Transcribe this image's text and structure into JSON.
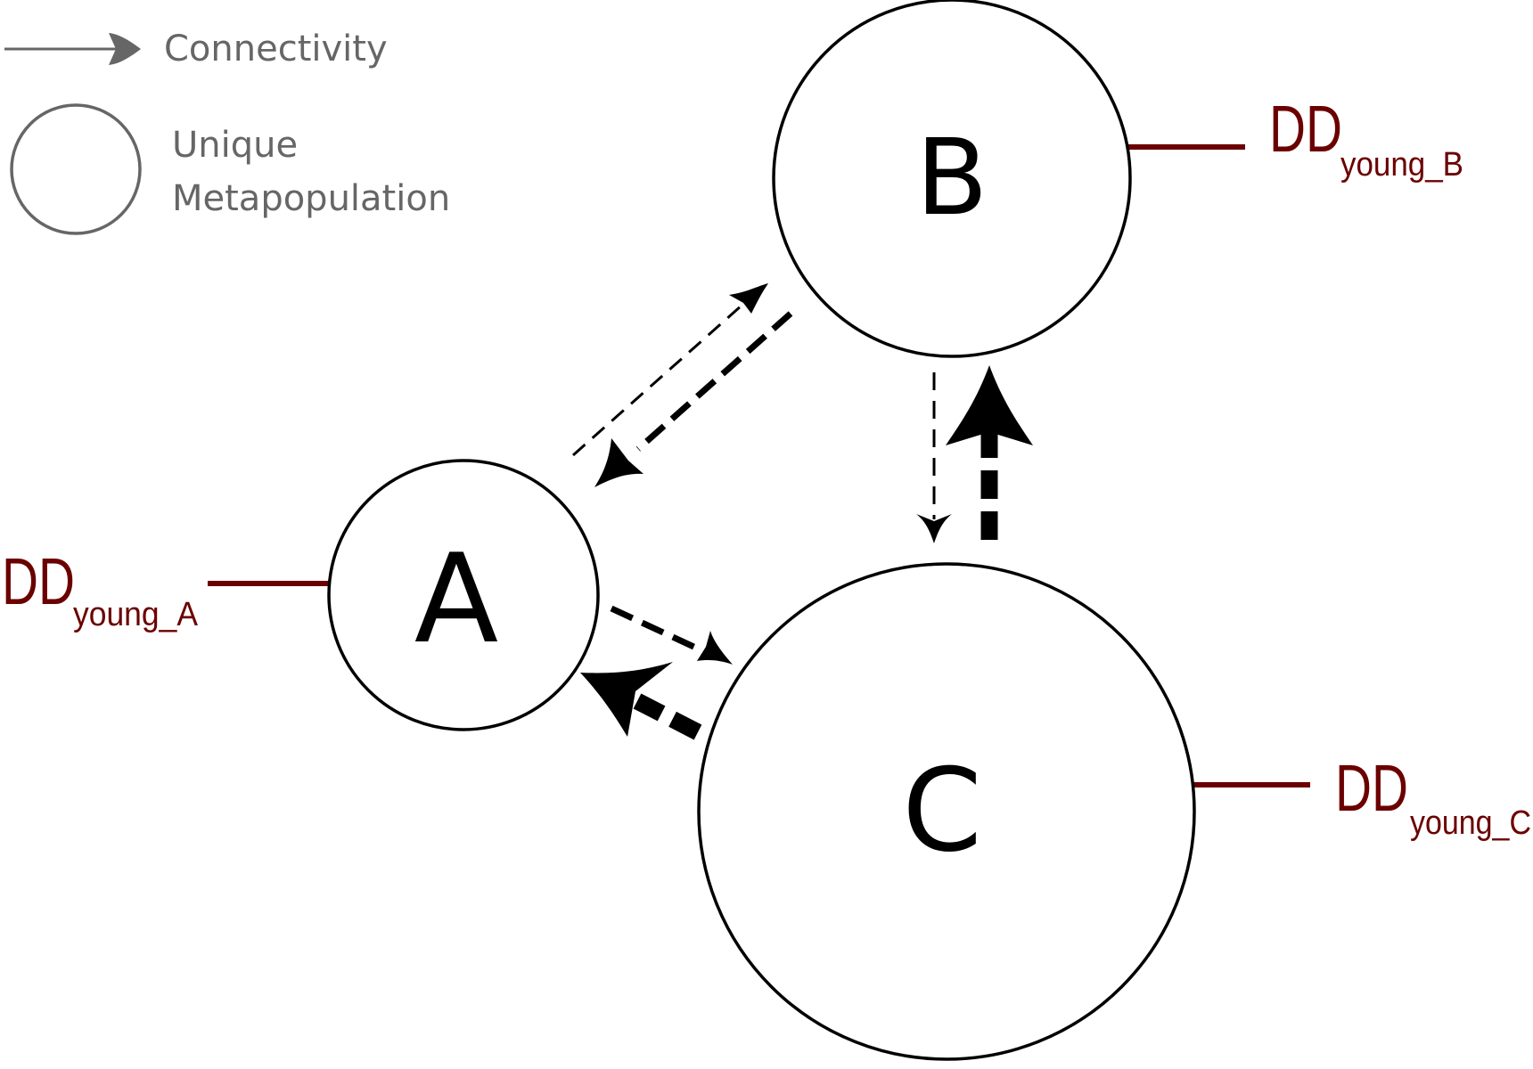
{
  "legend": {
    "connectivity_label": "Connectivity",
    "node_label_line1": "Unique",
    "node_label_line2": "Metapopulation",
    "color": "#666666"
  },
  "nodes": [
    {
      "id": "A",
      "label": "A"
    },
    {
      "id": "B",
      "label": "B"
    },
    {
      "id": "C",
      "label": "C"
    }
  ],
  "edges": [
    {
      "from": "A",
      "to": "B",
      "weight": "thin"
    },
    {
      "from": "B",
      "to": "A",
      "weight": "medium"
    },
    {
      "from": "B",
      "to": "C",
      "weight": "thin"
    },
    {
      "from": "C",
      "to": "B",
      "weight": "thick"
    },
    {
      "from": "A",
      "to": "C",
      "weight": "medium"
    },
    {
      "from": "C",
      "to": "A",
      "weight": "thick"
    }
  ],
  "dd_labels": {
    "a": {
      "main": "DD",
      "sub": "young_A"
    },
    "b": {
      "main": "DD",
      "sub": "young_B"
    },
    "c": {
      "main": "DD",
      "sub": "young_C"
    },
    "color": "#6b0000"
  }
}
